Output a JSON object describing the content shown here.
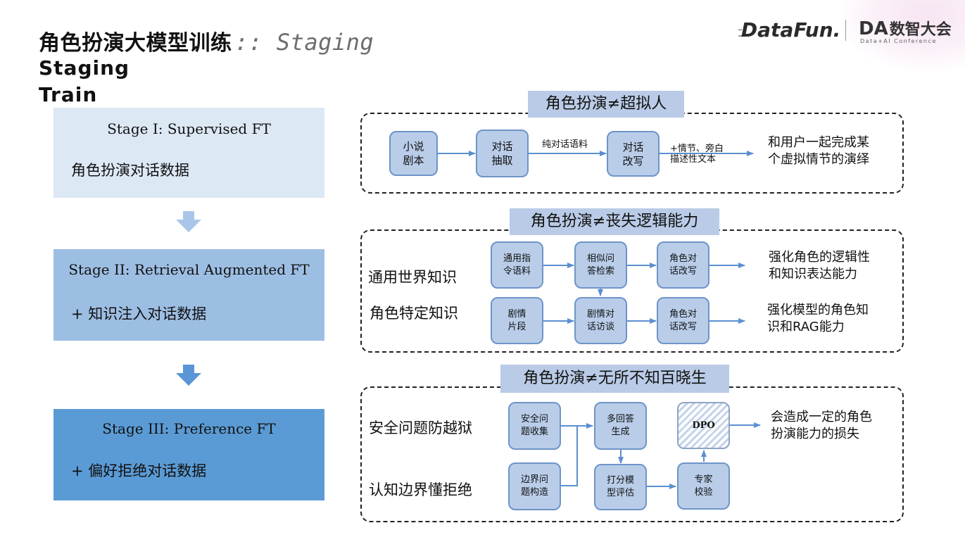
{
  "header": {
    "title": "角色扮演大模型训练",
    "title_suffix": ":: Staging",
    "line2": "Staging",
    "line3": "Train",
    "logo_datafun": "DataFun.",
    "logo_da": "DA",
    "logo_da_cn": "数智大会",
    "logo_da_en": "Data+AI Conference"
  },
  "stages": [
    {
      "title": "Stage I: Supervised FT",
      "desc": "角色扮演对话数据",
      "color": "#dde8f5"
    },
    {
      "title": "Stage II: Retrieval Augmented FT",
      "desc": "+ 知识注入对话数据",
      "color": "#9dbee3"
    },
    {
      "title": "Stage III: Preference FT",
      "desc": "+ 偏好拒绝对话数据",
      "color": "#5b9bd5"
    }
  ],
  "section1": {
    "title": "角色扮演≠超拟人",
    "nodes": [
      "小说\n剧本",
      "对话\n抽取",
      "对话\n改写"
    ],
    "edge_label1": "纯对话语料",
    "edge_label2": "+情节、旁白\n描述性文本",
    "result": "和用户一起完成某\n个虚拟情节的演绎"
  },
  "section2": {
    "title": "角色扮演≠丧失逻辑能力",
    "row_labels": [
      "通用世界知识",
      "角色特定知识"
    ],
    "row1_nodes": [
      "通用指\n令语料",
      "相似问\n答检索",
      "角色对\n话改写"
    ],
    "row2_nodes": [
      "剧情\n片段",
      "剧情对\n话访谈",
      "角色对\n话改写"
    ],
    "row1_result": "强化角色的逻辑性\n和知识表达能力",
    "row2_result": "强化模型的角色知\n识和RAG能力"
  },
  "section3": {
    "title": "角色扮演≠无所不知百晓生",
    "row_labels": [
      "安全问题防越狱",
      "认知边界懂拒绝"
    ],
    "nodes": {
      "safety": "安全问\n题收集",
      "boundary": "边界问\n题构造",
      "multi": "多回答\n生成",
      "score": "打分模\n型评估",
      "dpo": "DPO",
      "expert": "专家\n校验"
    },
    "result": "会造成一定的角色\n扮演能力的损失"
  },
  "colors": {
    "node_fill": "#b9cde9",
    "node_border": "#6e94c8",
    "title_bg": "#b9cbe6",
    "arrow": "#5b8fd0",
    "stage_arrow": "#6fa0dc"
  }
}
